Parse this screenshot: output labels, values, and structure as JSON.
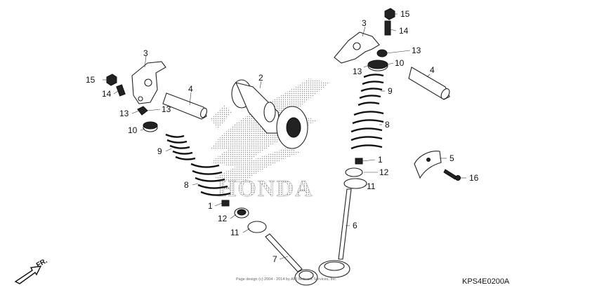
{
  "watermark": {
    "brand_text": "HONDA"
  },
  "diagram_code": "KPS4E0200A",
  "copyright": "Page design (c) 2004 - 2014 by ARI Network Services, Inc.",
  "direction_marker": "FR.",
  "callouts": [
    {
      "id": "lbl-3-left",
      "text": "3"
    },
    {
      "id": "lbl-4-left",
      "text": "4"
    },
    {
      "id": "lbl-15-left",
      "text": "15"
    },
    {
      "id": "lbl-14-left",
      "text": "14"
    },
    {
      "id": "lbl-13a-left",
      "text": "13"
    },
    {
      "id": "lbl-13b-left",
      "text": "13"
    },
    {
      "id": "lbl-10-left",
      "text": "10"
    },
    {
      "id": "lbl-9-left",
      "text": "9"
    },
    {
      "id": "lbl-8-left",
      "text": "8"
    },
    {
      "id": "lbl-1-left",
      "text": "1"
    },
    {
      "id": "lbl-12-left",
      "text": "12"
    },
    {
      "id": "lbl-11-left",
      "text": "11"
    },
    {
      "id": "lbl-7",
      "text": "7"
    },
    {
      "id": "lbl-2",
      "text": "2"
    },
    {
      "id": "lbl-3-right",
      "text": "3"
    },
    {
      "id": "lbl-15-right",
      "text": "15"
    },
    {
      "id": "lbl-14-right",
      "text": "14"
    },
    {
      "id": "lbl-13a-right",
      "text": "13"
    },
    {
      "id": "lbl-13b-right",
      "text": "13"
    },
    {
      "id": "lbl-10-right",
      "text": "10"
    },
    {
      "id": "lbl-4-right",
      "text": "4"
    },
    {
      "id": "lbl-9-right",
      "text": "9"
    },
    {
      "id": "lbl-8-right",
      "text": "8"
    },
    {
      "id": "lbl-1-right",
      "text": "1"
    },
    {
      "id": "lbl-12-right",
      "text": "12"
    },
    {
      "id": "lbl-11-right",
      "text": "11"
    },
    {
      "id": "lbl-6",
      "text": "6"
    },
    {
      "id": "lbl-5",
      "text": "5"
    },
    {
      "id": "lbl-16",
      "text": "16"
    }
  ]
}
